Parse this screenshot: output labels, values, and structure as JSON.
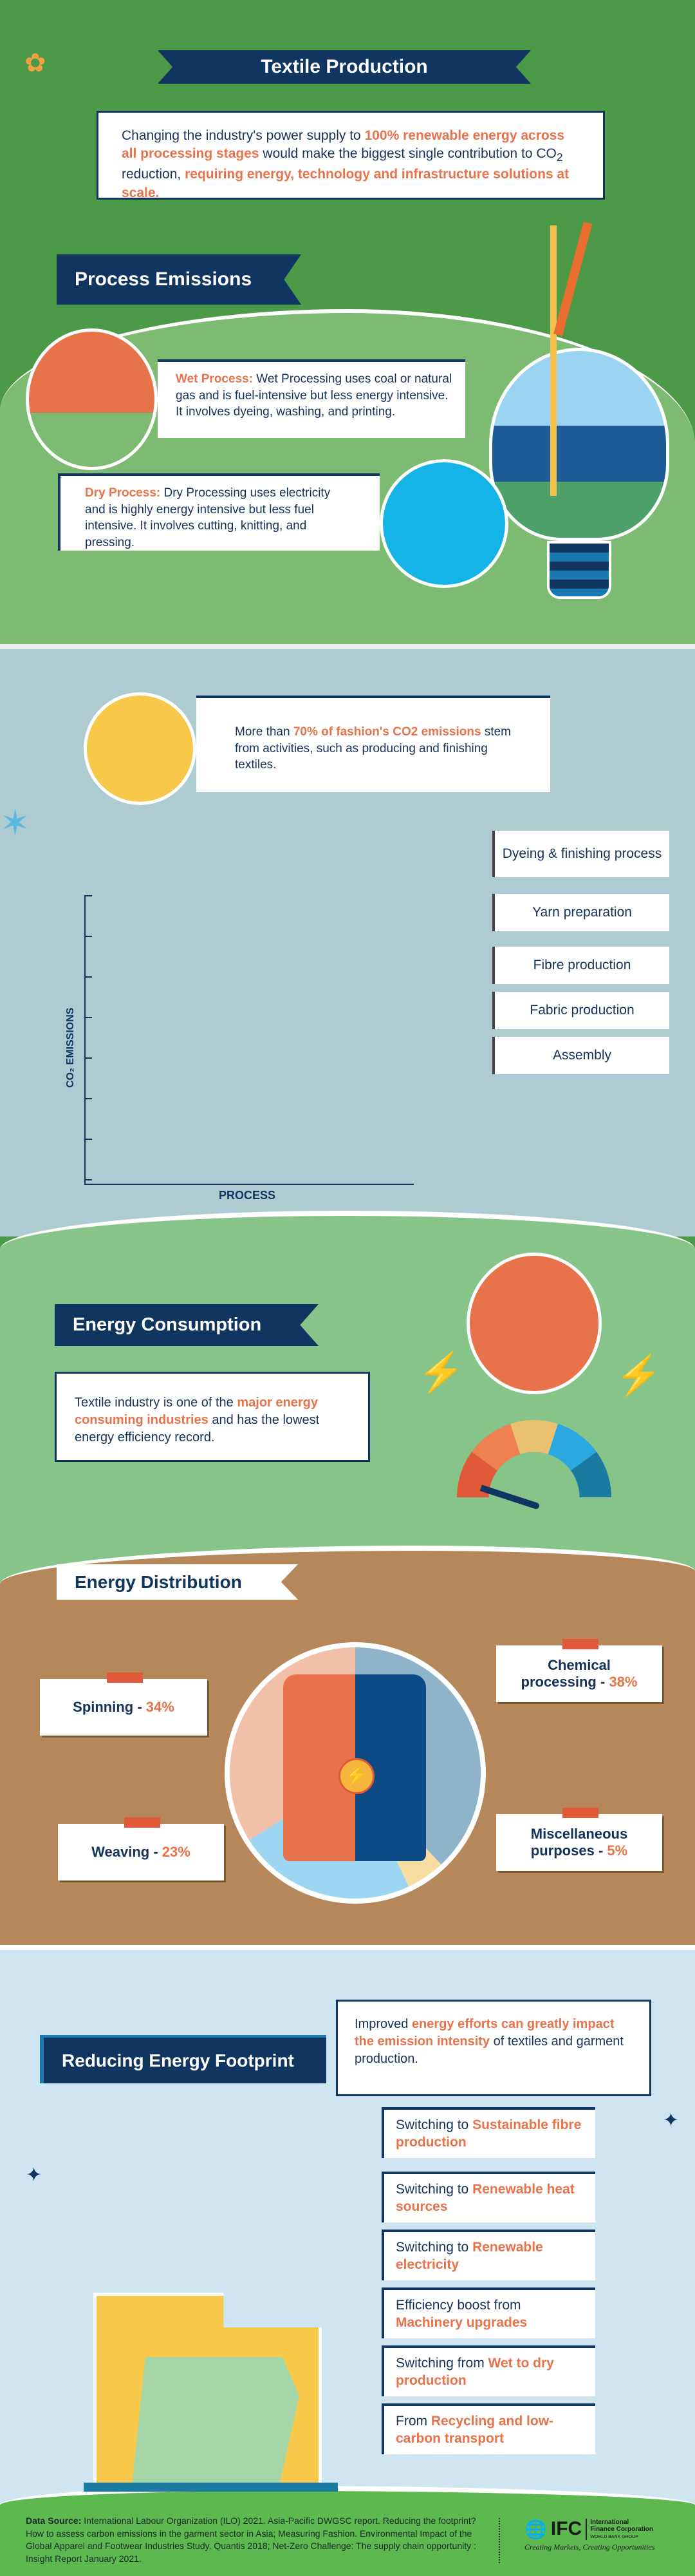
{
  "header": {
    "title": "Textile Production"
  },
  "intro": {
    "segments": [
      "Changing the industry's power supply to ",
      "100% renewable energy across all processing stages",
      " would make the biggest single contribution to CO",
      "2",
      " reduction, ",
      "requiring energy, technology and infrastructure solutions at scale."
    ]
  },
  "process_emissions": {
    "title": "Process Emissions",
    "wet": {
      "label": "Wet Process:",
      "text": " Wet Processing uses coal or natural gas and is fuel-intensive but less energy intensive. It involves dyeing, washing, and printing."
    },
    "dry": {
      "label": "Dry Process:",
      "text": " Dry Processing uses electricity and is highly energy intensive but less fuel intensive. It involves cutting, knitting, and pressing."
    },
    "fact": {
      "segments": [
        "More than ",
        "70% of fashion's CO2 emissions",
        " stem from activities, such as producing and finishing textiles."
      ]
    }
  },
  "emissions_chart": {
    "y_label": "CO₂ EMISSIONS",
    "x_label": "PROCESS",
    "categories": [
      "Dyeing & finishing process",
      "Yarn preparation",
      "Fibre production",
      "Fabric production",
      "Assembly"
    ]
  },
  "energy_consumption": {
    "title": "Energy Consumption",
    "segments": [
      "Textile industry is one of the ",
      "major energy consuming industries",
      " and has the lowest energy efficiency record."
    ]
  },
  "energy_distribution": {
    "title": "Energy Distribution",
    "slices": [
      {
        "name": "Chemical processing",
        "value": 38,
        "pct": "38%",
        "color": "#8fb3c9"
      },
      {
        "name": "Miscellaneous purposes",
        "value": 5,
        "pct": "5%",
        "color": "#f6dca0"
      },
      {
        "name": "Weaving",
        "value": 23,
        "pct": "23%",
        "color": "#9dd6f2"
      },
      {
        "name": "Spinning",
        "value": 34,
        "pct": "34%",
        "color": "#f2bfa8"
      }
    ]
  },
  "reducing": {
    "title": "Reducing Energy Footprint",
    "intro": [
      "Improved ",
      "energy efforts can greatly impact the emission intensity",
      " of textiles and garment production."
    ],
    "items": [
      [
        "Switching to ",
        "Sustainable fibre production"
      ],
      [
        "Switching to ",
        "Renewable heat sources"
      ],
      [
        "Switching to ",
        "Renewable electricity"
      ],
      [
        "Efficiency boost from ",
        "Machinery upgrades"
      ],
      [
        "Switching from ",
        "Wet to dry production"
      ],
      [
        "From ",
        "Recycling and low-carbon transport"
      ]
    ]
  },
  "footer": {
    "source_label": "Data Source:",
    "source_text": " International Labour Organization (ILO) 2021. Asia-Pacific DWGSC report. Reducing the footprint? How to assess carbon emissions in the garment sector in Asia; Measuring Fashion. Environmental Impact of the Global Apparel and Footwear Industries Study. Quantis 2018; Net-Zero Challenge: The supply chain opportunity : Insight Report January 2021.",
    "logo_text": "IFC",
    "org_line1": "International",
    "org_line2": "Finance Corporation",
    "org_line3": "WORLD BANK GROUP",
    "tagline": "Creating Markets, Creating Opportunities"
  },
  "colors": {
    "navy": "#0f3560",
    "accent": "#e8734a",
    "green": "#4a9a4a",
    "sea": "#aecbd1",
    "brown": "#b5875a",
    "sky": "#cfe6f2"
  }
}
